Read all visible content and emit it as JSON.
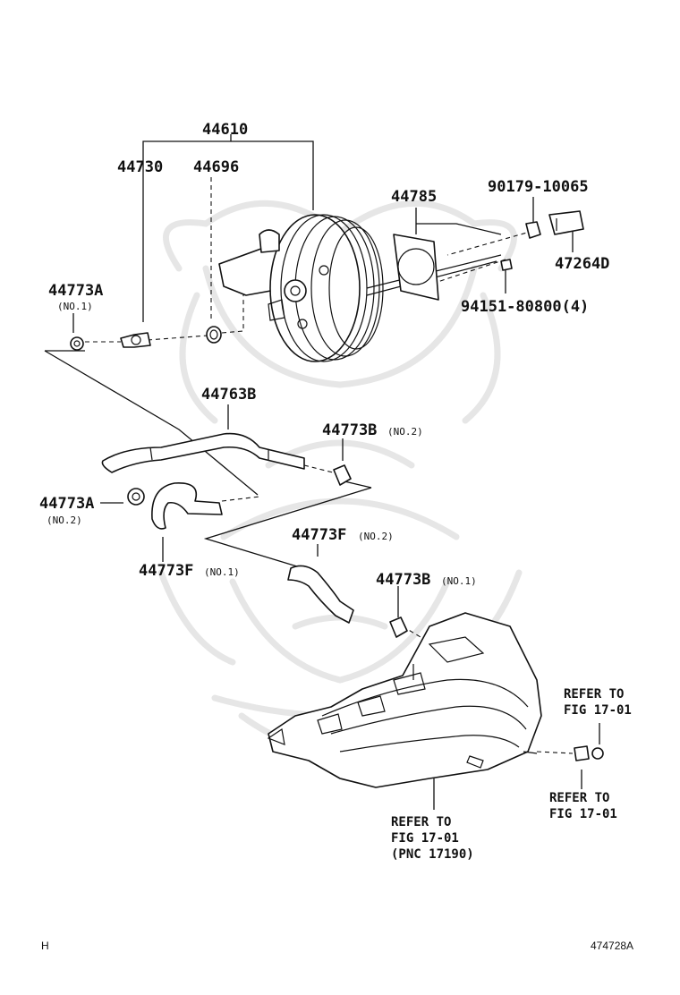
{
  "labels": {
    "p44610": "44610",
    "p44730": "44730",
    "p44696": "44696",
    "p44785": "44785",
    "p90179": "90179-10065",
    "p47264d": "47264D",
    "p94151": "94151-80800(4)",
    "p44773a_1": "44773A",
    "p44773a_1_note": "(NO.1)",
    "p44763b": "44763B",
    "p44773b_2": "44773B",
    "p44773b_2_note": "(NO.2)",
    "p44773a_2": "44773A",
    "p44773a_2_note": "(NO.2)",
    "p44773f_2": "44773F",
    "p44773f_2_note": "(NO.2)",
    "p44773f_1": "44773F",
    "p44773f_1_note": "(NO.1)",
    "p44773b_1": "44773B",
    "p44773b_1_note": "(NO.1)"
  },
  "refs": {
    "ref_right_top_1": "REFER TO",
    "ref_right_top_2": "FIG 17-01",
    "ref_right_bot_1": "REFER TO",
    "ref_right_bot_2": "FIG 17-01",
    "ref_bottom_1": "REFER TO",
    "ref_bottom_2": "FIG 17-01",
    "ref_bottom_3": "(PNC 17190)"
  },
  "footer": {
    "left": "H",
    "right": "474728A"
  }
}
